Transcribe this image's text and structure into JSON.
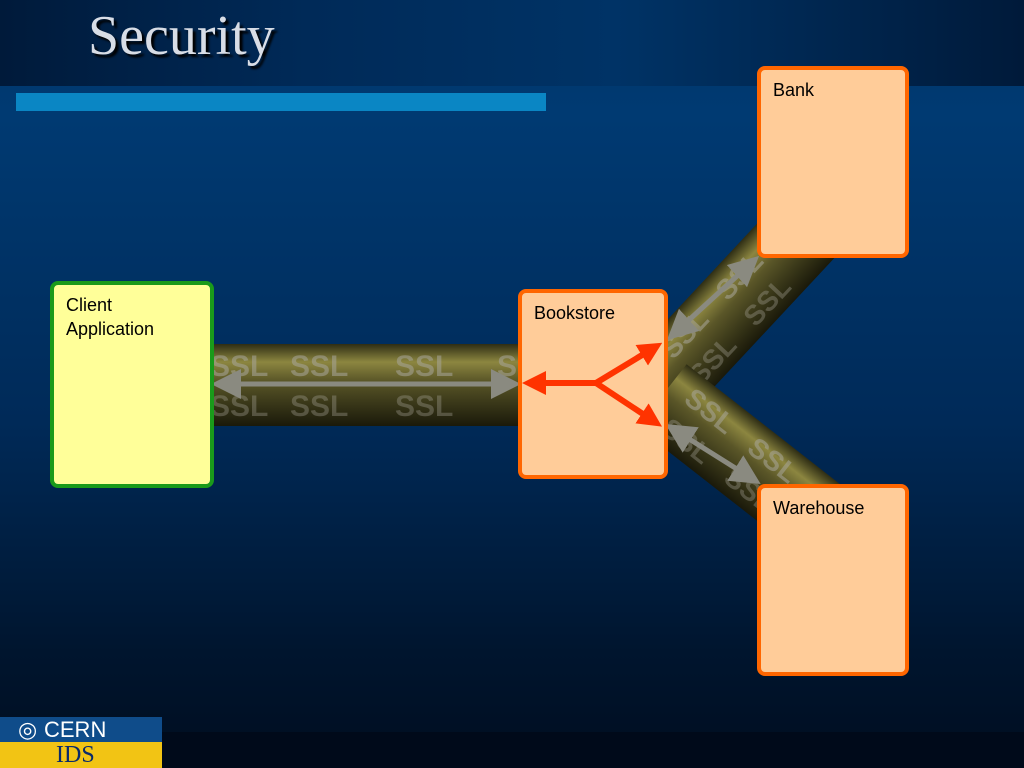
{
  "slide": {
    "title": "Security"
  },
  "diagram": {
    "tunnel_label": "SSL",
    "nodes": {
      "client": "Client Application",
      "bookstore": "Bookstore",
      "bank": "Bank",
      "warehouse": "Warehouse"
    }
  },
  "footer": {
    "logo_org": "CERN",
    "logo_unit": "IDS"
  },
  "colors": {
    "background": "#00356b",
    "title_bar": "#0a86c4",
    "client_fill": "#ffff99",
    "client_border": "#1a9a1a",
    "server_fill": "#ffcc99",
    "server_border": "#ff6600",
    "tunnel": "#6b6630",
    "arrow_ssl": "#8a8a80",
    "arrow_routing": "#ff3300"
  }
}
